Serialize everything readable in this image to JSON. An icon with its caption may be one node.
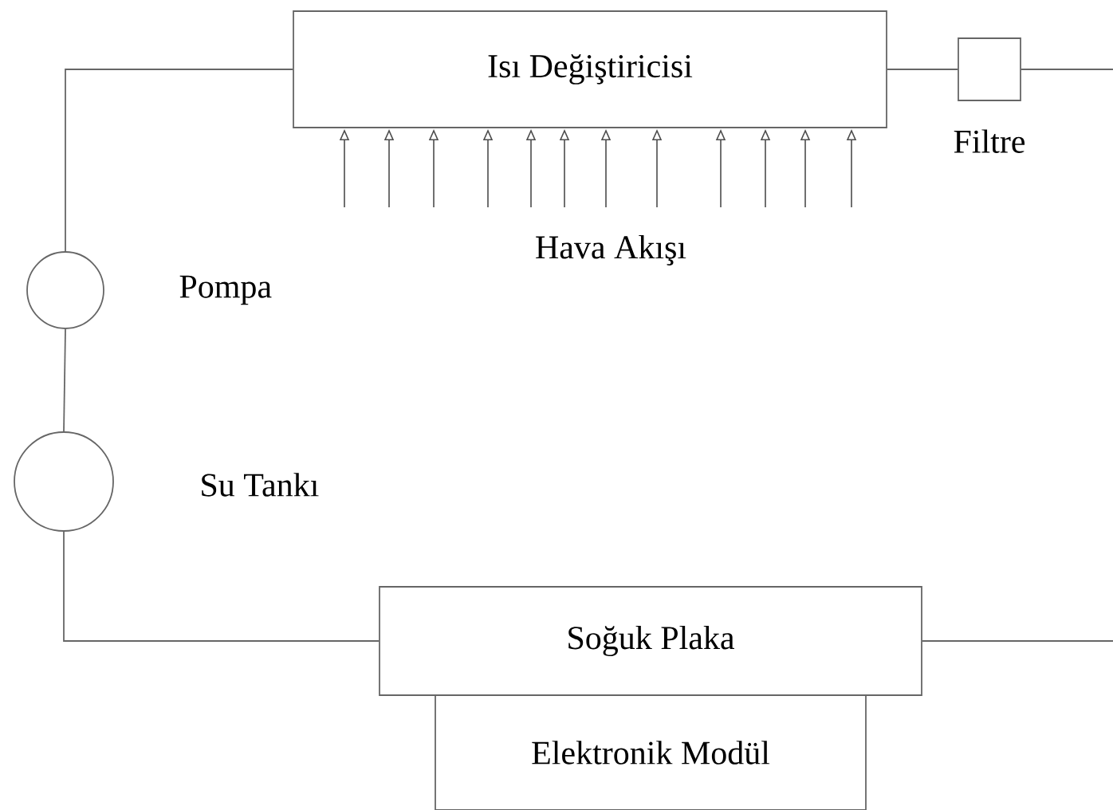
{
  "diagram": {
    "nodes": [
      {
        "text": [
          "Isı Değiştiricisi"
        ]
      },
      {
        "text": [],
        "shape": "box",
        "beside": [
          "Filtre"
        ]
      },
      {
        "text": [],
        "shape": "circle",
        "beside": [
          "Pompa"
        ]
      },
      {
        "text": [],
        "shape": "circle",
        "beside": [
          "Su Tankı"
        ]
      },
      {
        "text": [
          "Soğuk Plaka"
        ]
      },
      {
        "text": [
          "Elektronik Modül"
        ]
      }
    ],
    "edges": [
      {
        "from": 0,
        "to": 1,
        "arrow": "none"
      },
      {
        "from": 1,
        "to": null,
        "arrow": "none"
      },
      {
        "from": 0,
        "to": 2,
        "arrow": "none"
      },
      {
        "from": 2,
        "to": 3,
        "arrow": "none"
      },
      {
        "from": 3,
        "to": 4,
        "arrow": "none"
      },
      {
        "from": 4,
        "to": null,
        "arrow": "none"
      }
    ],
    "labels": [
      "Hava Akışı"
    ]
  }
}
